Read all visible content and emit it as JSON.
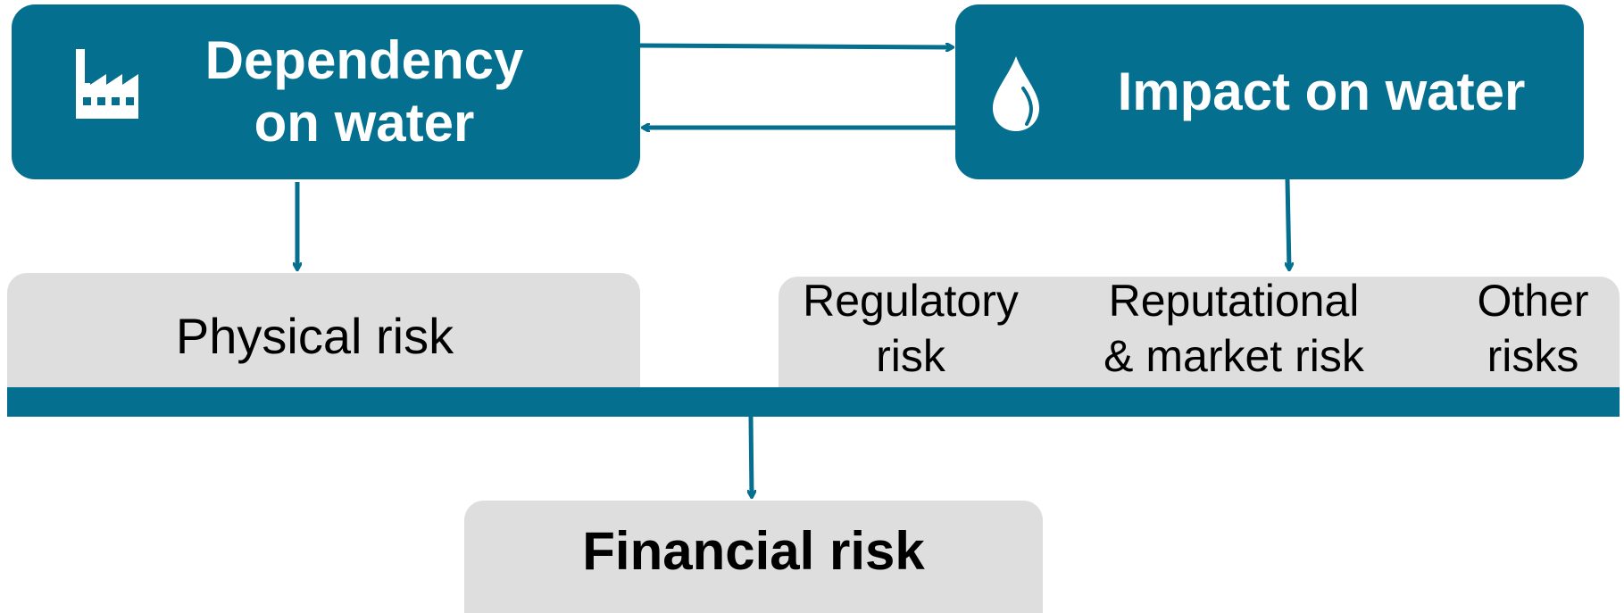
{
  "nodes": {
    "dependency": {
      "line1": "Dependency",
      "line2": "on water",
      "icon": "factory-icon"
    },
    "impact": {
      "label": "Impact on water",
      "icon": "water-drop-icon"
    },
    "physical": {
      "label": "Physical risk"
    },
    "regulatory": {
      "line1": "Regulatory",
      "line2": "risk"
    },
    "reputational": {
      "line1": "Reputational",
      "line2": "& market risk"
    },
    "other": {
      "line1": "Other",
      "line2": "risks"
    },
    "financial": {
      "label": "Financial risk"
    }
  },
  "colors": {
    "teal": "#046f8e",
    "grey": "#dedede",
    "text_dark": "#000000",
    "text_light": "#ffffff"
  }
}
